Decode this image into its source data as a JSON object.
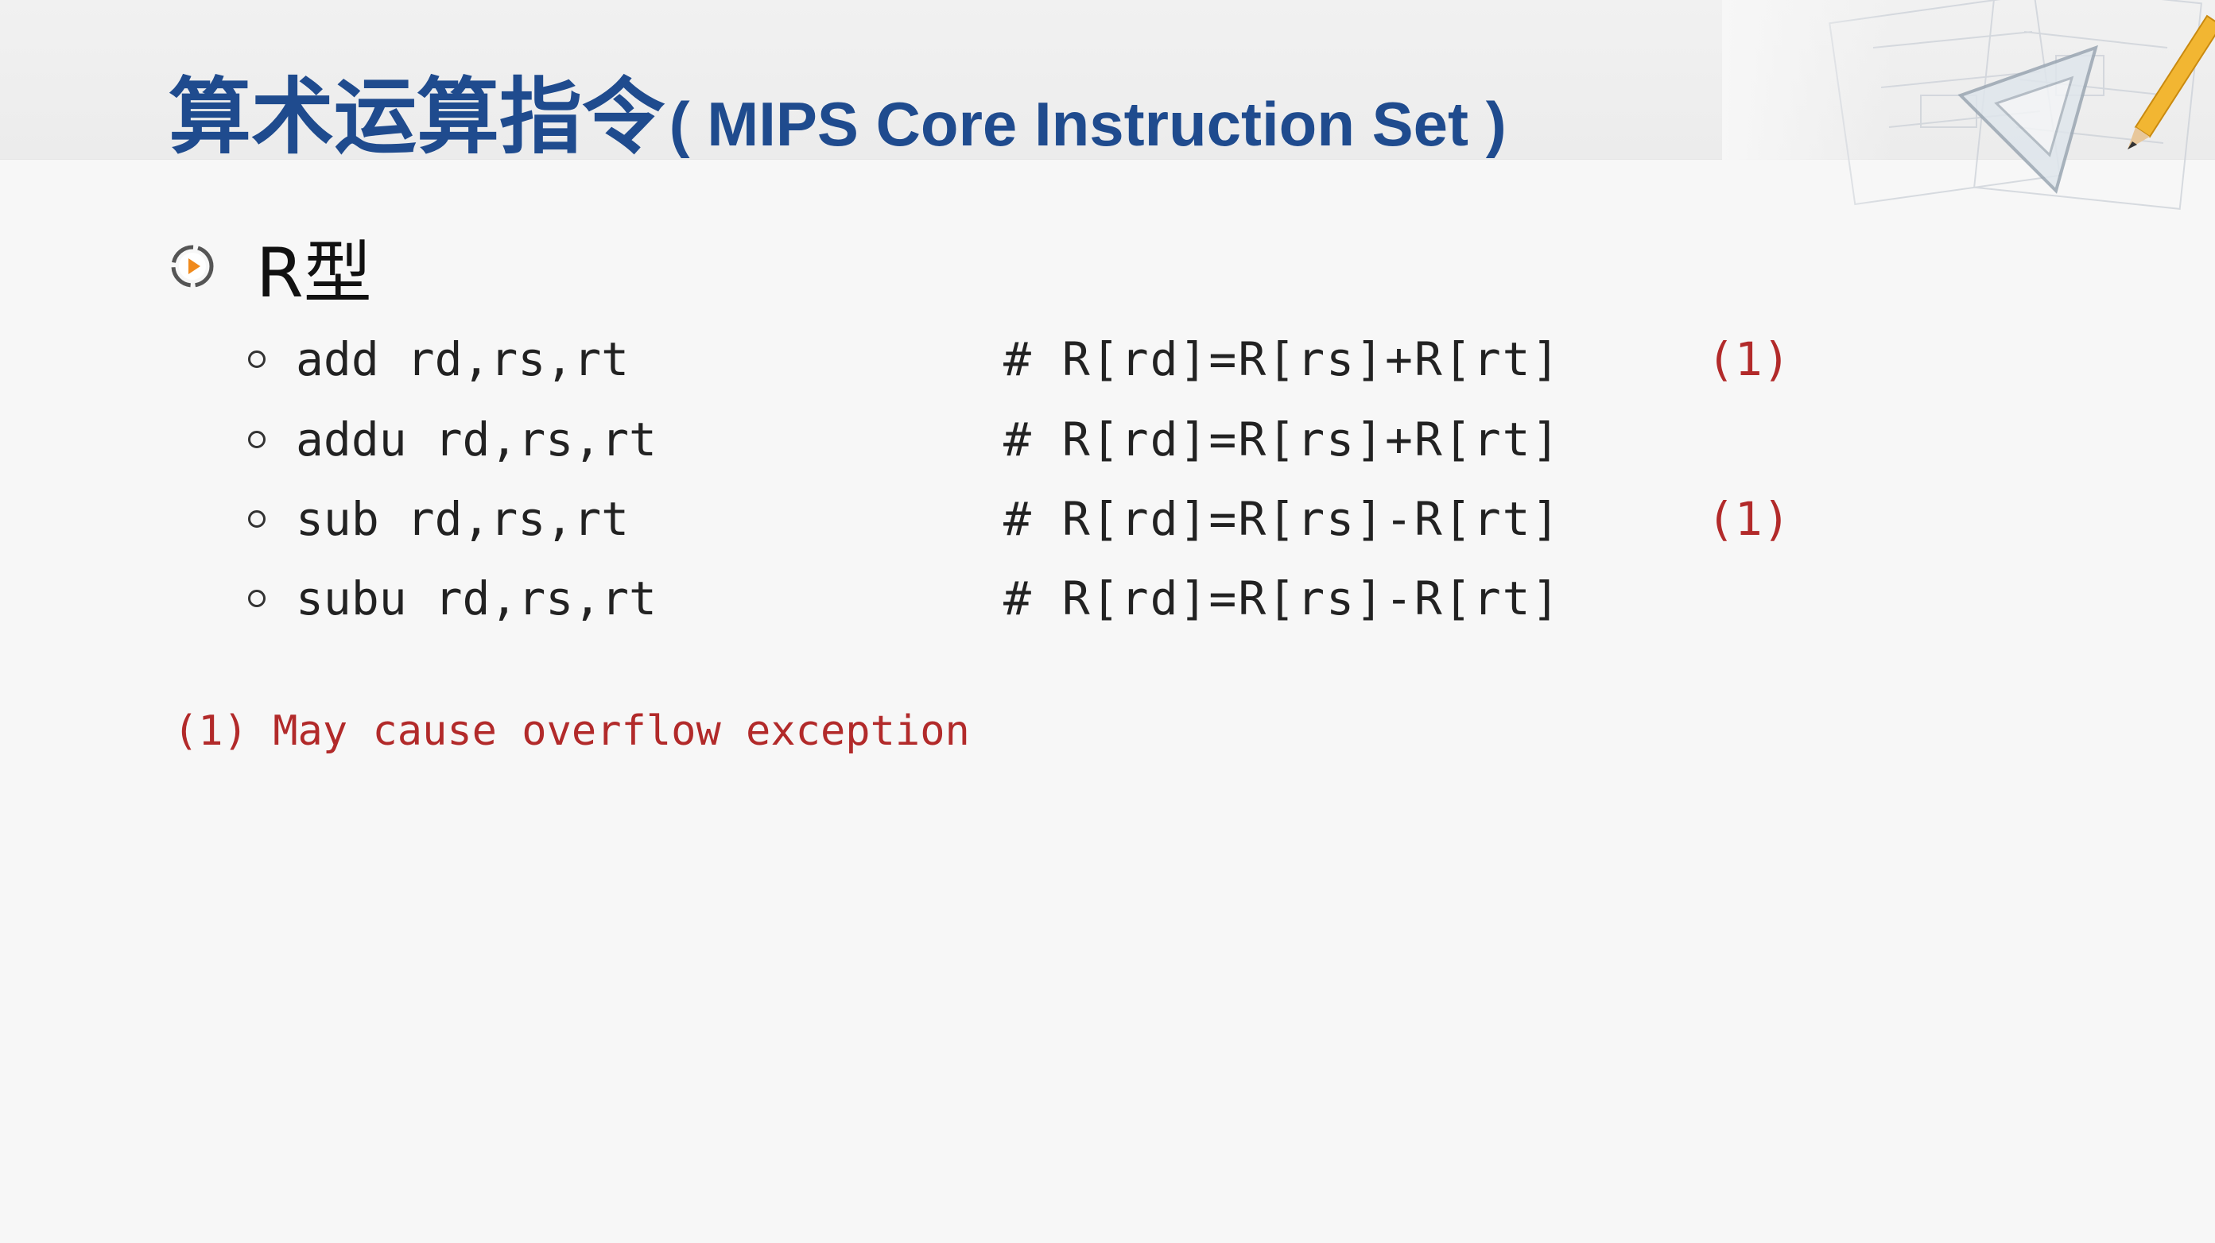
{
  "slide": {
    "title_cn": "算术运算指令",
    "title_en": "( MIPS Core Instruction Set )",
    "heading": "R型",
    "instructions": [
      {
        "instr": "add rd,rs,rt",
        "comment": "# R[rd]=R[rs]+R[rt]",
        "mark": "(1)"
      },
      {
        "instr": "addu rd,rs,rt",
        "comment": "# R[rd]=R[rs]+R[rt]",
        "mark": ""
      },
      {
        "instr": "sub rd,rs,rt",
        "comment": "# R[rd]=R[rs]-R[rt]",
        "mark": "(1)"
      },
      {
        "instr": "subu rd,rs,rt",
        "comment": "# R[rd]=R[rs]-R[rt]",
        "mark": ""
      }
    ],
    "footnote": "(1) May cause overflow exception"
  },
  "colors": {
    "title": "#1f4b8e",
    "accent_red": "#b22a2a",
    "bullet_orange": "#f08a1c"
  },
  "icons": {
    "bullet": "play-circle-icon",
    "decor": "drafting-triangle-pencil-icon"
  }
}
